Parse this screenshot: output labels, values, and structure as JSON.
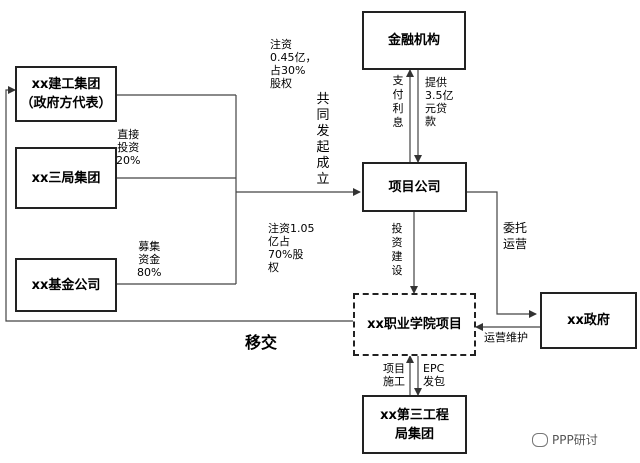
{
  "nodes": {
    "jiangong": [
      "xx建工集团",
      "（政府方代表）"
    ],
    "sanju": "xx三局集团",
    "fund": "xx基金公司",
    "finance": "金融机构",
    "project_company": "项目公司",
    "project": "xx职业学院项目",
    "government": "xx政府",
    "third_bureau": [
      "xx第三工程",
      "局集团"
    ]
  },
  "labels": {
    "equity_045": [
      "注资",
      "0.45亿，",
      "占30%",
      "股权"
    ],
    "joint_found": "共同发起成立",
    "direct_invest": [
      "直接",
      "投资",
      "20%"
    ],
    "equity_105": [
      "注资1.05",
      "亿占",
      "70%股",
      "权"
    ],
    "raise_funds": [
      "募集",
      "资金",
      "80%"
    ],
    "pay_interest": "支付利息",
    "loan": [
      "提供",
      "3.5亿",
      "元贷",
      "款"
    ],
    "invest_build": "投资建设",
    "entrust_operate": "委托运营",
    "operate_maintain": "运营维护",
    "transfer": "移交",
    "construction": [
      "项目",
      "施工"
    ],
    "epc": [
      "EPC",
      "发包"
    ]
  },
  "watermark": "PPP研讨"
}
